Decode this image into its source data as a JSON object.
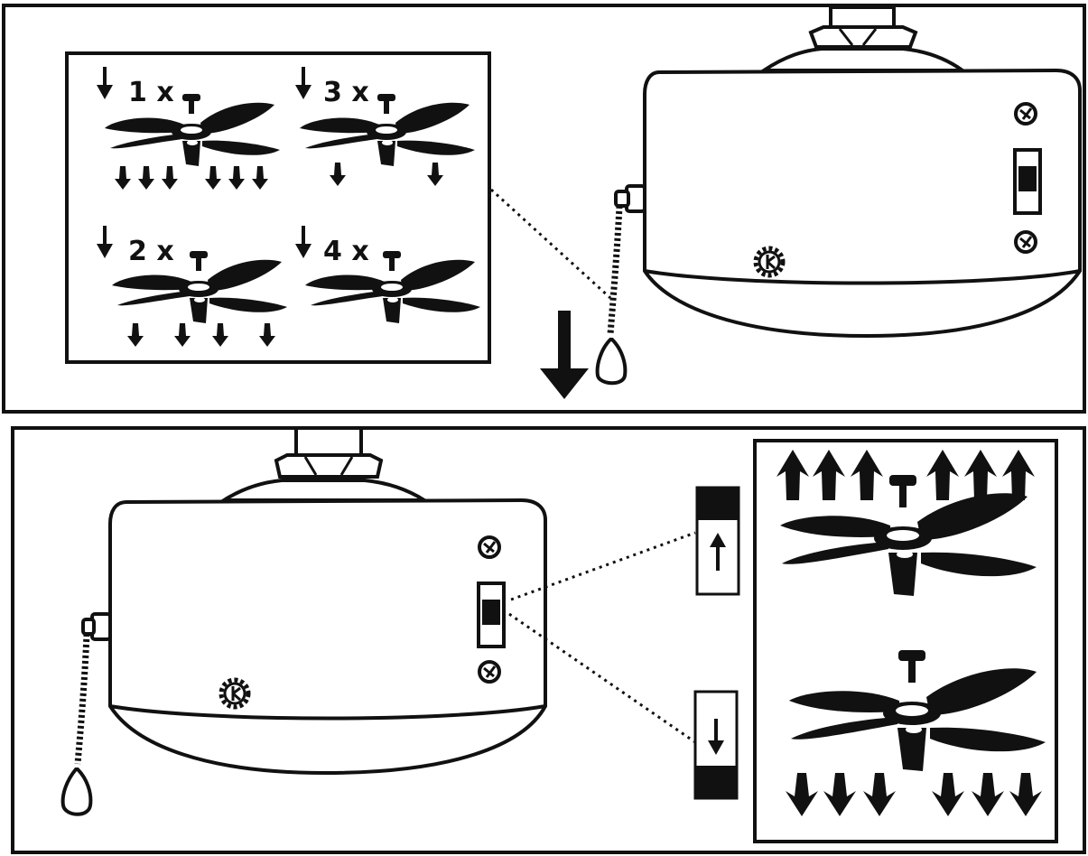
{
  "speed_steps": [
    {
      "label": "1 x",
      "airflow_arrows": 6
    },
    {
      "label": "3 x",
      "airflow_arrows": 2
    },
    {
      "label": "2 x",
      "airflow_arrows": 4
    },
    {
      "label": "4 x",
      "airflow_arrows": 0
    }
  ],
  "direction_modes": [
    {
      "name": "up",
      "switch_state": "up",
      "airflow_arrows": 6
    },
    {
      "name": "down",
      "switch_state": "down",
      "airflow_arrows": 6
    }
  ],
  "colors": {
    "ink": "#111111",
    "paper": "#ffffff"
  }
}
